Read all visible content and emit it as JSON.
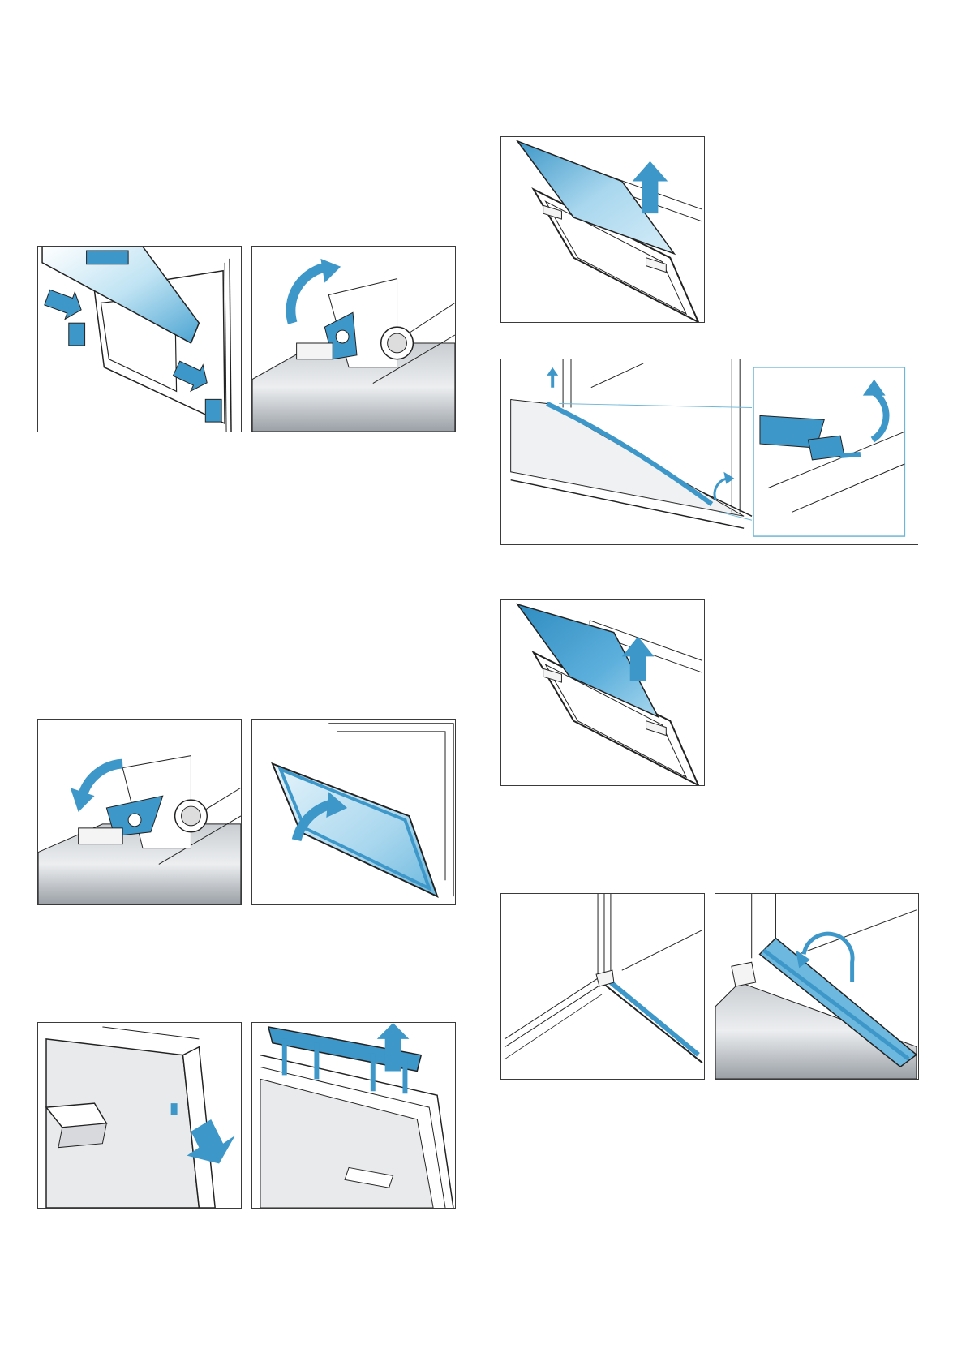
{
  "page": {
    "title": "",
    "colors": {
      "accent_blue": "#3d97c8",
      "light_blue": "#a9d7ee",
      "outline": "#1e1e1e",
      "metal_grey": "#b7bcc1",
      "frame_border": "#3a3a3a"
    }
  },
  "illustrations": [
    {
      "id": "fig-1",
      "icon": "door-hinge-insert-arrows"
    },
    {
      "id": "fig-2",
      "icon": "hinge-lever-rotate-up"
    },
    {
      "id": "fig-3",
      "icon": "hinge-lever-rotate-down"
    },
    {
      "id": "fig-4",
      "icon": "door-close-arrow"
    },
    {
      "id": "fig-5",
      "icon": "door-side-press-button"
    },
    {
      "id": "fig-6",
      "icon": "door-cover-lift-off"
    },
    {
      "id": "fig-7",
      "icon": "inner-glass-lift-out"
    },
    {
      "id": "fig-8",
      "icon": "door-seal-removal-detail"
    },
    {
      "id": "fig-9",
      "icon": "inner-glass-insert"
    },
    {
      "id": "fig-10",
      "icon": "door-corner-seal"
    },
    {
      "id": "fig-11",
      "icon": "door-cover-clip-on"
    }
  ]
}
